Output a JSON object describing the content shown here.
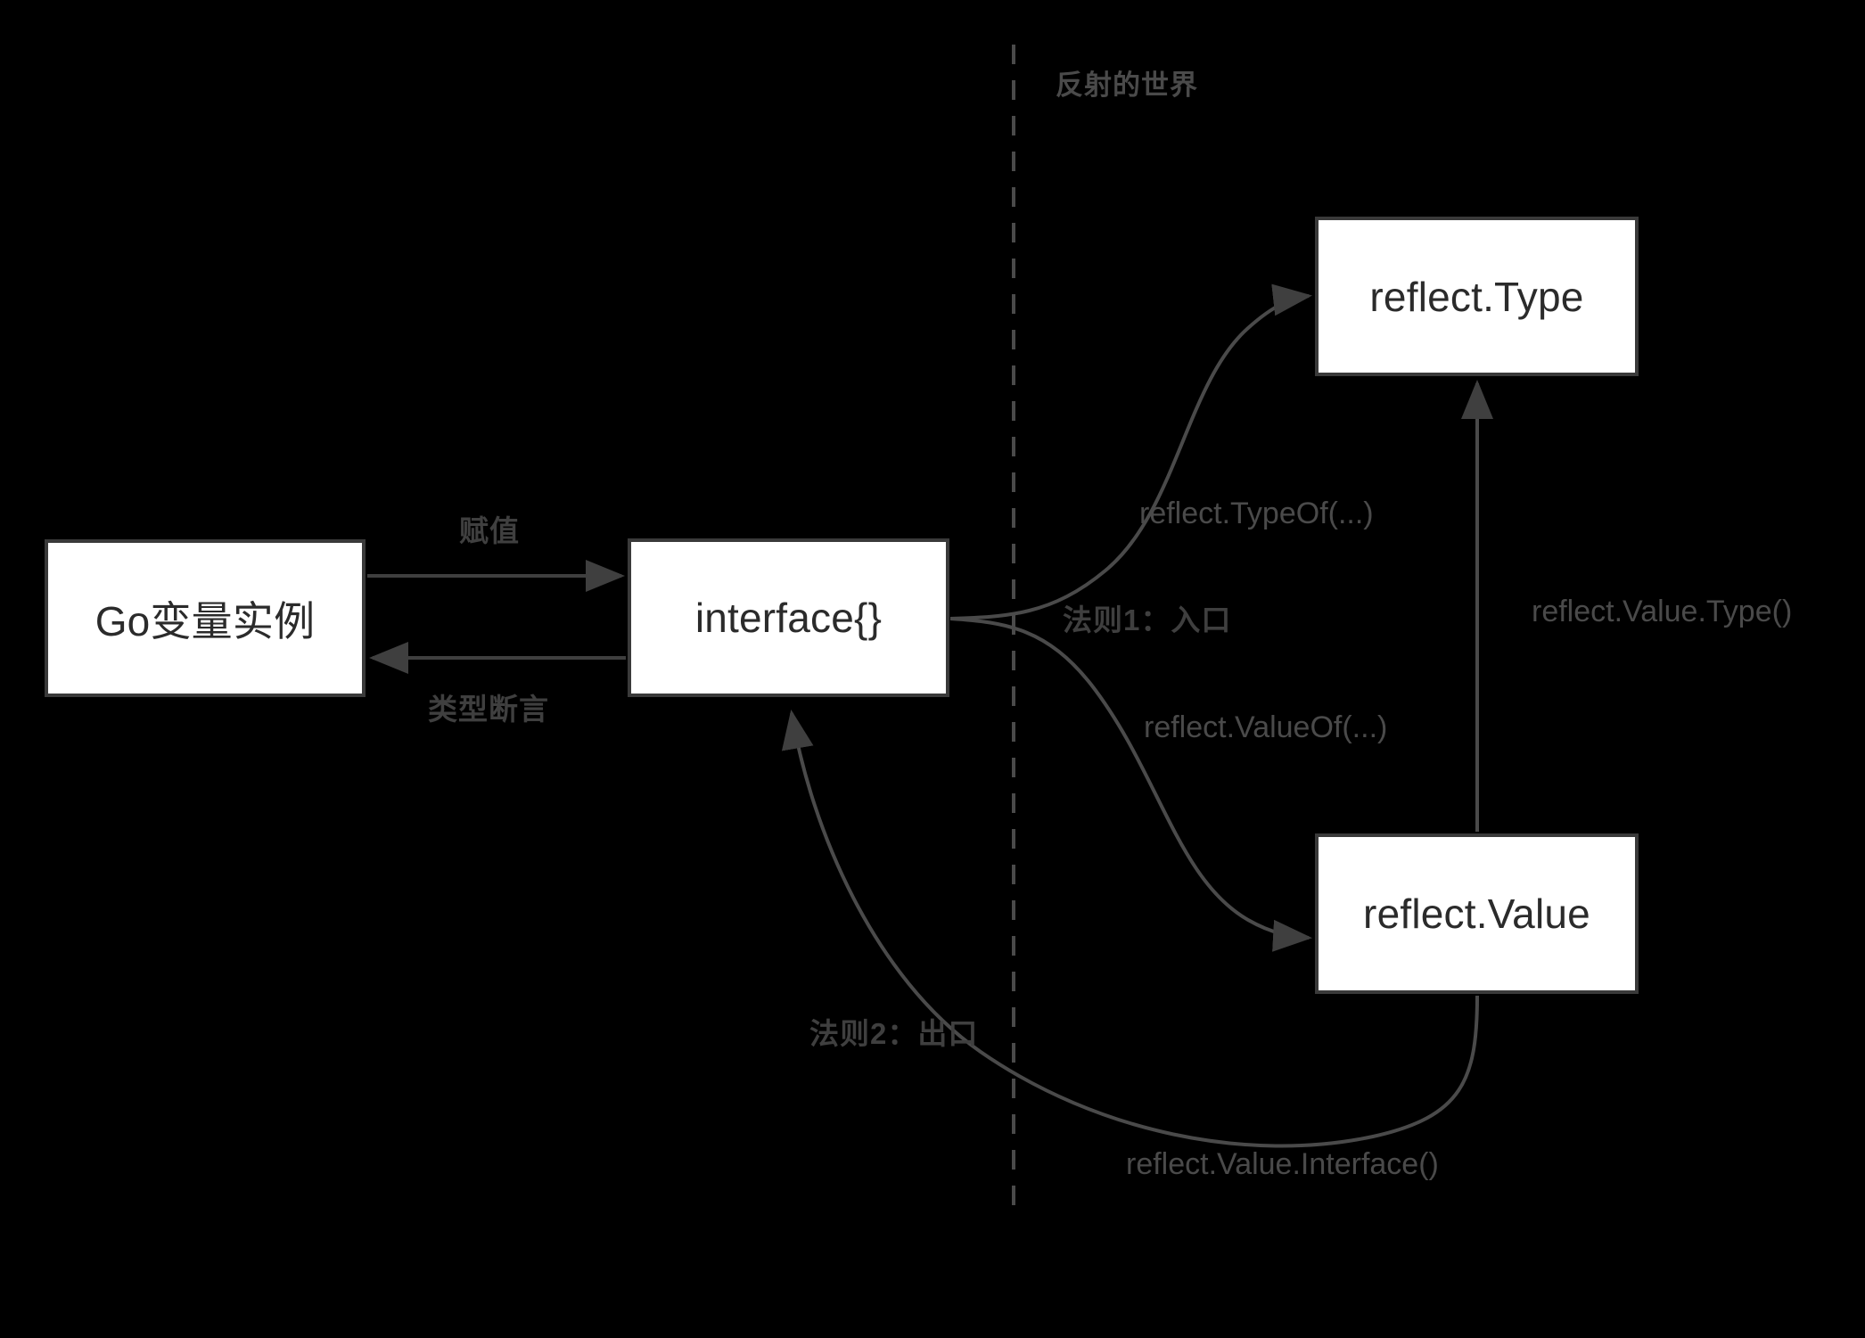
{
  "diagram": {
    "title": "Go reflection model",
    "divider_label": "反射的世界",
    "colors": {
      "background": "#000000",
      "node_fill": "#ffffff",
      "node_border": "#3a3a3a",
      "node_text": "#2b2b2b",
      "edge_stroke": "#4a4a4a",
      "label_text": "#4a4a4a",
      "bold_label_text": "#3f3f3f",
      "divider_stroke": "#4a4a4a"
    },
    "nodes": [
      {
        "id": "go-var",
        "label": "Go变量实例"
      },
      {
        "id": "interface",
        "label": "interface{}"
      },
      {
        "id": "reflect-type",
        "label": "reflect.Type"
      },
      {
        "id": "reflect-value",
        "label": "reflect.Value"
      }
    ],
    "edges": [
      {
        "id": "assign",
        "label": "赋值",
        "bold": true,
        "from": "go-var",
        "to": "interface"
      },
      {
        "id": "type-assert",
        "label": "类型断言",
        "bold": true,
        "from": "interface",
        "to": "go-var"
      },
      {
        "id": "type-of",
        "label": "reflect.TypeOf(...)",
        "bold": false,
        "from": "interface",
        "to": "reflect-type"
      },
      {
        "id": "rule-1",
        "label": "法则1：入口",
        "bold": true,
        "from": "interface",
        "to": "reflect-world"
      },
      {
        "id": "value-of",
        "label": "reflect.ValueOf(...)",
        "bold": false,
        "from": "interface",
        "to": "reflect-value"
      },
      {
        "id": "value-type",
        "label": "reflect.Value.Type()",
        "bold": false,
        "from": "reflect-value",
        "to": "reflect-type"
      },
      {
        "id": "rule-2",
        "label": "法则2：出口",
        "bold": true,
        "from": "reflect-world",
        "to": "interface"
      },
      {
        "id": "value-interface",
        "label": "reflect.Value.Interface()",
        "bold": false,
        "from": "reflect-value",
        "to": "interface"
      }
    ]
  }
}
